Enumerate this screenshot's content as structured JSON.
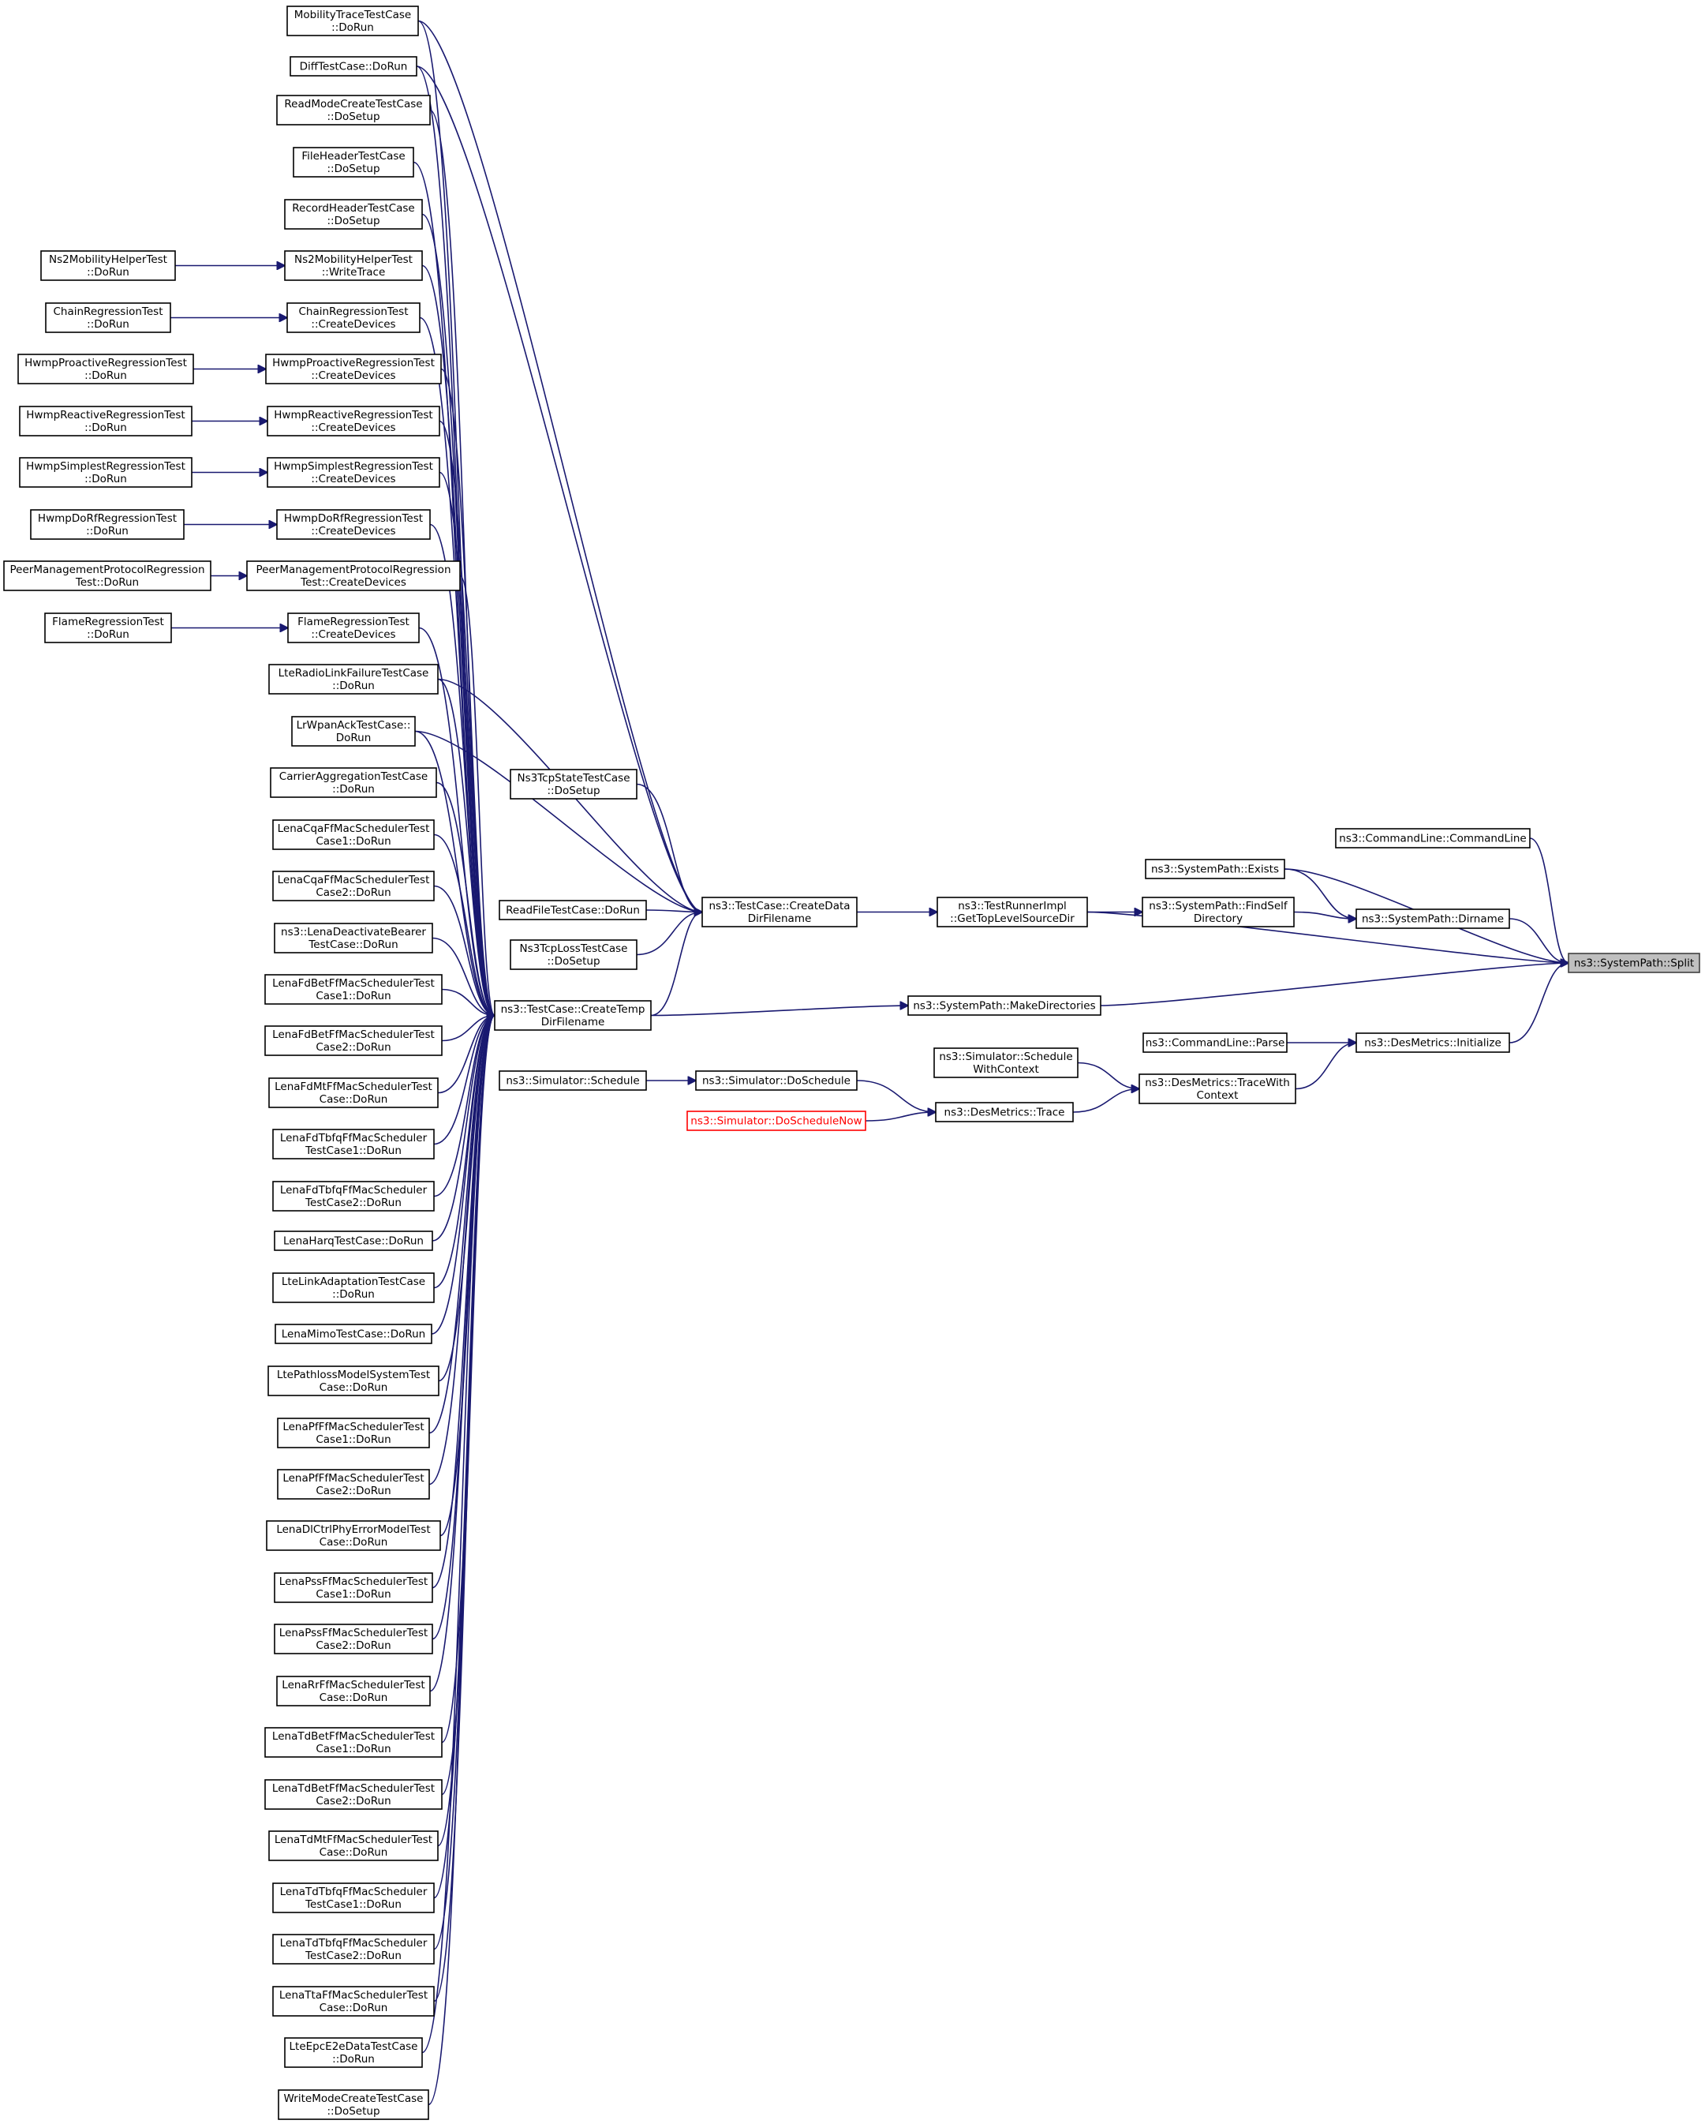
{
  "graph": {
    "nodes": [
      {
        "id": "mobtrace",
        "lines": [
          "MobilityTraceTestCase",
          "::DoRun"
        ]
      },
      {
        "id": "difftc",
        "lines": [
          "DiffTestCase::DoRun"
        ]
      },
      {
        "id": "readmode",
        "lines": [
          "ReadModeCreateTestCase",
          "::DoSetup"
        ]
      },
      {
        "id": "filehdr",
        "lines": [
          "FileHeaderTestCase",
          "::DoSetup"
        ]
      },
      {
        "id": "rechdr",
        "lines": [
          "RecordHeaderTestCase",
          "::DoSetup"
        ]
      },
      {
        "id": "ns2wt",
        "lines": [
          "Ns2MobilityHelperTest",
          "::WriteTrace"
        ]
      },
      {
        "id": "ns2dr",
        "lines": [
          "Ns2MobilityHelperTest",
          "::DoRun"
        ]
      },
      {
        "id": "chaincd",
        "lines": [
          "ChainRegressionTest",
          "::CreateDevices"
        ]
      },
      {
        "id": "chaindr",
        "lines": [
          "ChainRegressionTest",
          "::DoRun"
        ]
      },
      {
        "id": "hpcd",
        "lines": [
          "HwmpProactiveRegressionTest",
          "::CreateDevices"
        ]
      },
      {
        "id": "hpdr",
        "lines": [
          "HwmpProactiveRegressionTest",
          "::DoRun"
        ]
      },
      {
        "id": "hrcd",
        "lines": [
          "HwmpReactiveRegressionTest",
          "::CreateDevices"
        ]
      },
      {
        "id": "hrdr",
        "lines": [
          "HwmpReactiveRegressionTest",
          "::DoRun"
        ]
      },
      {
        "id": "hscd",
        "lines": [
          "HwmpSimplestRegressionTest",
          "::CreateDevices"
        ]
      },
      {
        "id": "hsdr",
        "lines": [
          "HwmpSimplestRegressionTest",
          "::DoRun"
        ]
      },
      {
        "id": "hdcd",
        "lines": [
          "HwmpDoRfRegressionTest",
          "::CreateDevices"
        ]
      },
      {
        "id": "hddr",
        "lines": [
          "HwmpDoRfRegressionTest",
          "::DoRun"
        ]
      },
      {
        "id": "pmcd",
        "lines": [
          "PeerManagementProtocolRegression",
          "Test::CreateDevices"
        ]
      },
      {
        "id": "pmdr",
        "lines": [
          "PeerManagementProtocolRegression",
          "Test::DoRun"
        ]
      },
      {
        "id": "flcd",
        "lines": [
          "FlameRegressionTest",
          "::CreateDevices"
        ]
      },
      {
        "id": "fldr",
        "lines": [
          "FlameRegressionTest",
          "::DoRun"
        ]
      },
      {
        "id": "lterlf",
        "lines": [
          "LteRadioLinkFailureTestCase",
          "::DoRun"
        ]
      },
      {
        "id": "lrwpan",
        "lines": [
          "LrWpanAckTestCase::",
          "DoRun"
        ]
      },
      {
        "id": "carrier",
        "lines": [
          "CarrierAggregationTestCase",
          "::DoRun"
        ]
      },
      {
        "id": "cqa1",
        "lines": [
          "LenaCqaFfMacSchedulerTest",
          "Case1::DoRun"
        ]
      },
      {
        "id": "cqa2",
        "lines": [
          "LenaCqaFfMacSchedulerTest",
          "Case2::DoRun"
        ]
      },
      {
        "id": "deact",
        "lines": [
          "ns3::LenaDeactivateBearer",
          "TestCase::DoRun"
        ]
      },
      {
        "id": "fdbet1",
        "lines": [
          "LenaFdBetFfMacSchedulerTest",
          "Case1::DoRun"
        ]
      },
      {
        "id": "fdbet2",
        "lines": [
          "LenaFdBetFfMacSchedulerTest",
          "Case2::DoRun"
        ]
      },
      {
        "id": "fdmt",
        "lines": [
          "LenaFdMtFfMacSchedulerTest",
          "Case::DoRun"
        ]
      },
      {
        "id": "fdtb1",
        "lines": [
          "LenaFdTbfqFfMacScheduler",
          "TestCase1::DoRun"
        ]
      },
      {
        "id": "fdtb2",
        "lines": [
          "LenaFdTbfqFfMacScheduler",
          "TestCase2::DoRun"
        ]
      },
      {
        "id": "harq",
        "lines": [
          "LenaHarqTestCase::DoRun"
        ]
      },
      {
        "id": "ltelink",
        "lines": [
          "LteLinkAdaptationTestCase",
          "::DoRun"
        ]
      },
      {
        "id": "mimo",
        "lines": [
          "LenaMimoTestCase::DoRun"
        ]
      },
      {
        "id": "pathloss",
        "lines": [
          "LtePathlossModelSystemTest",
          "Case::DoRun"
        ]
      },
      {
        "id": "pf1",
        "lines": [
          "LenaPfFfMacSchedulerTest",
          "Case1::DoRun"
        ]
      },
      {
        "id": "pf2",
        "lines": [
          "LenaPfFfMacSchedulerTest",
          "Case2::DoRun"
        ]
      },
      {
        "id": "dlctrl",
        "lines": [
          "LenaDlCtrlPhyErrorModelTest",
          "Case::DoRun"
        ]
      },
      {
        "id": "pss1",
        "lines": [
          "LenaPssFfMacSchedulerTest",
          "Case1::DoRun"
        ]
      },
      {
        "id": "pss2",
        "lines": [
          "LenaPssFfMacSchedulerTest",
          "Case2::DoRun"
        ]
      },
      {
        "id": "rr",
        "lines": [
          "LenaRrFfMacSchedulerTest",
          "Case::DoRun"
        ]
      },
      {
        "id": "tdbet1",
        "lines": [
          "LenaTdBetFfMacSchedulerTest",
          "Case1::DoRun"
        ]
      },
      {
        "id": "tdbet2",
        "lines": [
          "LenaTdBetFfMacSchedulerTest",
          "Case2::DoRun"
        ]
      },
      {
        "id": "tdmt",
        "lines": [
          "LenaTdMtFfMacSchedulerTest",
          "Case::DoRun"
        ]
      },
      {
        "id": "tdtb1",
        "lines": [
          "LenaTdTbfqFfMacScheduler",
          "TestCase1::DoRun"
        ]
      },
      {
        "id": "tdtb2",
        "lines": [
          "LenaTdTbfqFfMacScheduler",
          "TestCase2::DoRun"
        ]
      },
      {
        "id": "tta",
        "lines": [
          "LenaTtaFfMacSchedulerTest",
          "Case::DoRun"
        ]
      },
      {
        "id": "epc",
        "lines": [
          "LteEpcE2eDataTestCase",
          "::DoRun"
        ]
      },
      {
        "id": "writemode",
        "lines": [
          "WriteModeCreateTestCase",
          "::DoSetup"
        ]
      },
      {
        "id": "tcpstate",
        "lines": [
          "Ns3TcpStateTestCase",
          "::DoSetup"
        ]
      },
      {
        "id": "readfile",
        "lines": [
          "ReadFileTestCase::DoRun"
        ]
      },
      {
        "id": "tcploss",
        "lines": [
          "Ns3TcpLossTestCase",
          "::DoSetup"
        ]
      },
      {
        "id": "sched",
        "lines": [
          "ns3::Simulator::Schedule"
        ]
      },
      {
        "id": "createdata",
        "lines": [
          "ns3::TestCase::CreateData",
          "DirFilename"
        ]
      },
      {
        "id": "createtemp",
        "lines": [
          "ns3::TestCase::CreateTemp",
          "DirFilename"
        ]
      },
      {
        "id": "dosched",
        "lines": [
          "ns3::Simulator::DoSchedule"
        ]
      },
      {
        "id": "doschednow",
        "lines": [
          "ns3::Simulator::DoScheduleNow"
        ],
        "red": true
      },
      {
        "id": "gettop",
        "lines": [
          "ns3::TestRunnerImpl",
          "::GetTopLevelSourceDir"
        ]
      },
      {
        "id": "makedirs",
        "lines": [
          "ns3::SystemPath::MakeDirectories"
        ]
      },
      {
        "id": "schedctx",
        "lines": [
          "ns3::Simulator::Schedule",
          "WithContext"
        ]
      },
      {
        "id": "trace",
        "lines": [
          "ns3::DesMetrics::Trace"
        ]
      },
      {
        "id": "exists",
        "lines": [
          "ns3::SystemPath::Exists"
        ]
      },
      {
        "id": "findself",
        "lines": [
          "ns3::SystemPath::FindSelf",
          "Directory"
        ]
      },
      {
        "id": "parse",
        "lines": [
          "ns3::CommandLine::Parse"
        ]
      },
      {
        "id": "tracectx",
        "lines": [
          "ns3::DesMetrics::TraceWith",
          "Context"
        ]
      },
      {
        "id": "cmdline",
        "lines": [
          "ns3::CommandLine::CommandLine"
        ]
      },
      {
        "id": "dirname",
        "lines": [
          "ns3::SystemPath::Dirname"
        ]
      },
      {
        "id": "initialize",
        "lines": [
          "ns3::DesMetrics::Initialize"
        ]
      },
      {
        "id": "split",
        "lines": [
          "ns3::SystemPath::Split"
        ],
        "root": true
      }
    ],
    "edges": [
      [
        "ns2dr",
        "ns2wt"
      ],
      [
        "chaindr",
        "chaincd"
      ],
      [
        "hpdr",
        "hpcd"
      ],
      [
        "hrdr",
        "hrcd"
      ],
      [
        "hsdr",
        "hscd"
      ],
      [
        "hddr",
        "hdcd"
      ],
      [
        "pmdr",
        "pmcd"
      ],
      [
        "fldr",
        "flcd"
      ],
      [
        "mobtrace",
        "createtemp"
      ],
      [
        "difftc",
        "createtemp"
      ],
      [
        "readmode",
        "createtemp"
      ],
      [
        "filehdr",
        "createtemp"
      ],
      [
        "rechdr",
        "createtemp"
      ],
      [
        "ns2wt",
        "createtemp"
      ],
      [
        "chaincd",
        "createtemp"
      ],
      [
        "hpcd",
        "createtemp"
      ],
      [
        "hrcd",
        "createtemp"
      ],
      [
        "hscd",
        "createtemp"
      ],
      [
        "hdcd",
        "createtemp"
      ],
      [
        "pmcd",
        "createtemp"
      ],
      [
        "flcd",
        "createtemp"
      ],
      [
        "lterlf",
        "createtemp"
      ],
      [
        "lrwpan",
        "createtemp"
      ],
      [
        "carrier",
        "createtemp"
      ],
      [
        "cqa1",
        "createtemp"
      ],
      [
        "cqa2",
        "createtemp"
      ],
      [
        "deact",
        "createtemp"
      ],
      [
        "fdbet1",
        "createtemp"
      ],
      [
        "fdbet2",
        "createtemp"
      ],
      [
        "fdmt",
        "createtemp"
      ],
      [
        "fdtb1",
        "createtemp"
      ],
      [
        "fdtb2",
        "createtemp"
      ],
      [
        "harq",
        "createtemp"
      ],
      [
        "ltelink",
        "createtemp"
      ],
      [
        "mimo",
        "createtemp"
      ],
      [
        "pathloss",
        "createtemp"
      ],
      [
        "pf1",
        "createtemp"
      ],
      [
        "pf2",
        "createtemp"
      ],
      [
        "dlctrl",
        "createtemp"
      ],
      [
        "pss1",
        "createtemp"
      ],
      [
        "pss2",
        "createtemp"
      ],
      [
        "rr",
        "createtemp"
      ],
      [
        "tdbet1",
        "createtemp"
      ],
      [
        "tdbet2",
        "createtemp"
      ],
      [
        "tdmt",
        "createtemp"
      ],
      [
        "tdtb1",
        "createtemp"
      ],
      [
        "tdtb2",
        "createtemp"
      ],
      [
        "tta",
        "createtemp"
      ],
      [
        "epc",
        "createtemp"
      ],
      [
        "writemode",
        "createtemp"
      ],
      [
        "mobtrace",
        "createdata"
      ],
      [
        "difftc",
        "createdata"
      ],
      [
        "lterlf",
        "createdata"
      ],
      [
        "lrwpan",
        "createdata"
      ],
      [
        "tcpstate",
        "createdata"
      ],
      [
        "readfile",
        "createdata"
      ],
      [
        "tcploss",
        "createdata"
      ],
      [
        "createtemp",
        "createdata"
      ],
      [
        "sched",
        "dosched"
      ],
      [
        "createdata",
        "gettop"
      ],
      [
        "createtemp",
        "makedirs"
      ],
      [
        "dosched",
        "trace"
      ],
      [
        "doschednow",
        "trace"
      ],
      [
        "gettop",
        "findself"
      ],
      [
        "gettop",
        "split"
      ],
      [
        "makedirs",
        "split"
      ],
      [
        "schedctx",
        "tracectx"
      ],
      [
        "trace",
        "tracectx"
      ],
      [
        "findself",
        "dirname"
      ],
      [
        "exists",
        "dirname"
      ],
      [
        "exists",
        "split"
      ],
      [
        "parse",
        "initialize"
      ],
      [
        "tracectx",
        "initialize"
      ],
      [
        "cmdline",
        "split"
      ],
      [
        "dirname",
        "split"
      ],
      [
        "initialize",
        "split"
      ]
    ]
  }
}
